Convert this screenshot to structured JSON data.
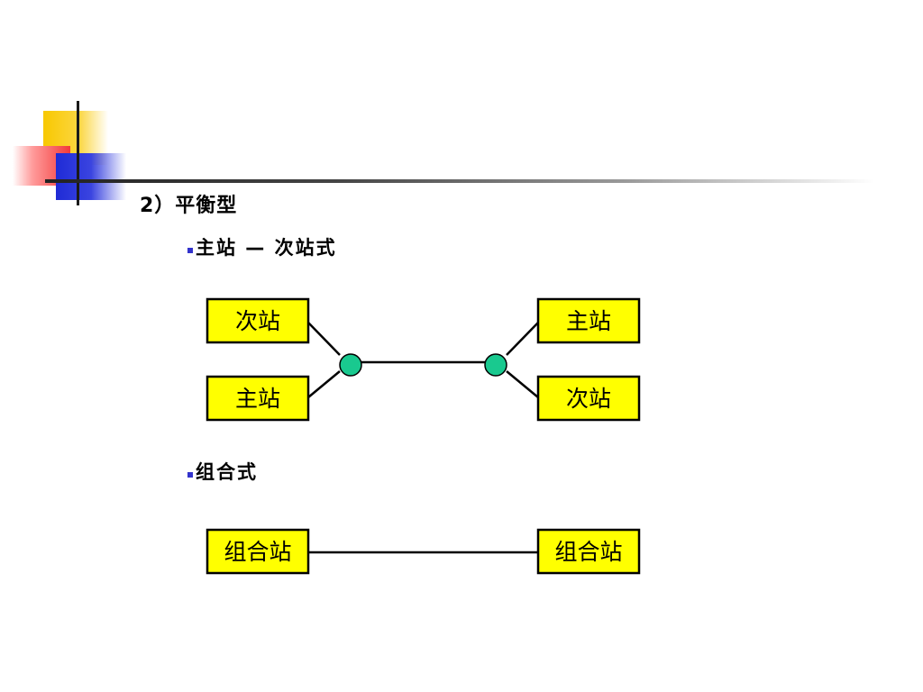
{
  "heading": "2）平衡型",
  "sections": [
    {
      "label": "主站 — 次站式"
    },
    {
      "label": "组合式"
    }
  ],
  "diagram1": {
    "left_top": "次站",
    "left_bottom": "主站",
    "right_top": "主站",
    "right_bottom": "次站"
  },
  "diagram2": {
    "left": "组合站",
    "right": "组合站"
  },
  "colors": {
    "box_fill": "#ffff00",
    "node_fill": "#19c98f",
    "bullet": "#3333cc"
  }
}
